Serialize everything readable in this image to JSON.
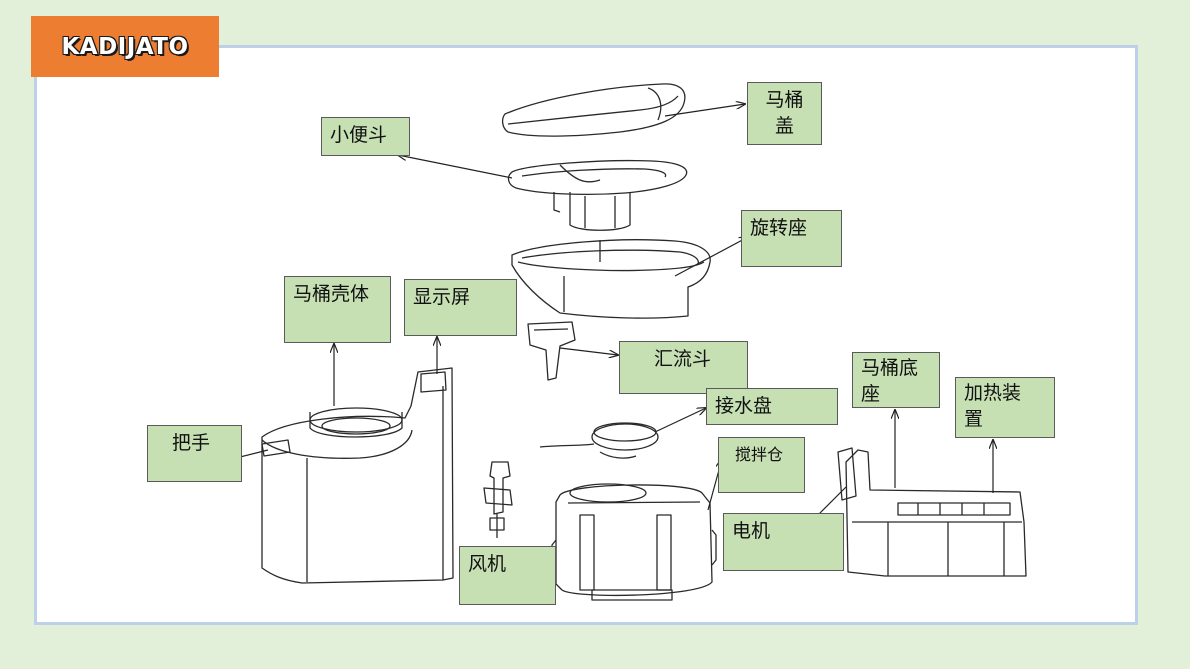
{
  "brand": {
    "logo_text": "KADIJATO"
  },
  "labels": {
    "lid": "马桶\n盖",
    "urinal_funnel": "小便斗",
    "rotating_seat": "旋转座",
    "housing": "马桶壳体",
    "display": "显示屏",
    "collector_funnel": "汇流斗",
    "drip_tray": "接水盘",
    "base": "马桶底\n座",
    "heater": "加热装\n置",
    "handle": "把手",
    "mixing_chamber": "搅拌仓",
    "motor": "电机",
    "fan": "风机"
  },
  "colors": {
    "background": "#e2f0d9",
    "frame_border": "#bcd0ea",
    "logo_bg": "#ed7d31",
    "label_bg": "#c6e0b4"
  }
}
